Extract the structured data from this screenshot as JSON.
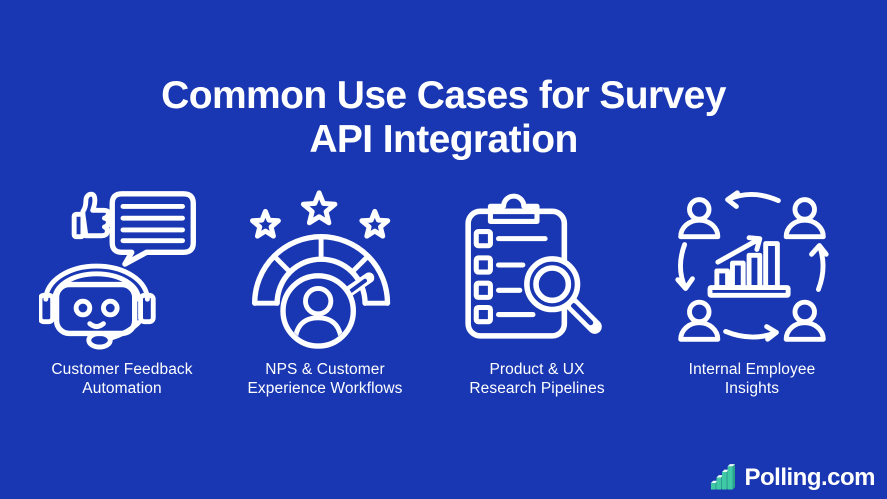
{
  "colors": {
    "background": "#1937b2",
    "icon_stroke": "#ffffff",
    "text": "#ffffff",
    "logo_teal": "#3fc9a4",
    "logo_teal_dark": "#2aa489",
    "logo_top": "#eafff8"
  },
  "title": {
    "line1": "Common Use Cases for Survey",
    "line2": "API Integration"
  },
  "use_cases": [
    {
      "icon": "robot-chat-feedback-icon",
      "line1": "Customer Feedback",
      "line2": "Automation"
    },
    {
      "icon": "nps-gauge-stars-icon",
      "line1": "NPS & Customer",
      "line2": "Experience Workflows"
    },
    {
      "icon": "clipboard-magnifier-icon",
      "line1": "Product & UX",
      "line2": "Research Pipelines"
    },
    {
      "icon": "team-chart-cycle-icon",
      "line1": "Internal Employee",
      "line2": "Insights"
    }
  ],
  "logo": {
    "text": "Polling.com",
    "icon": "stair-steps-chart-logo-icon"
  }
}
